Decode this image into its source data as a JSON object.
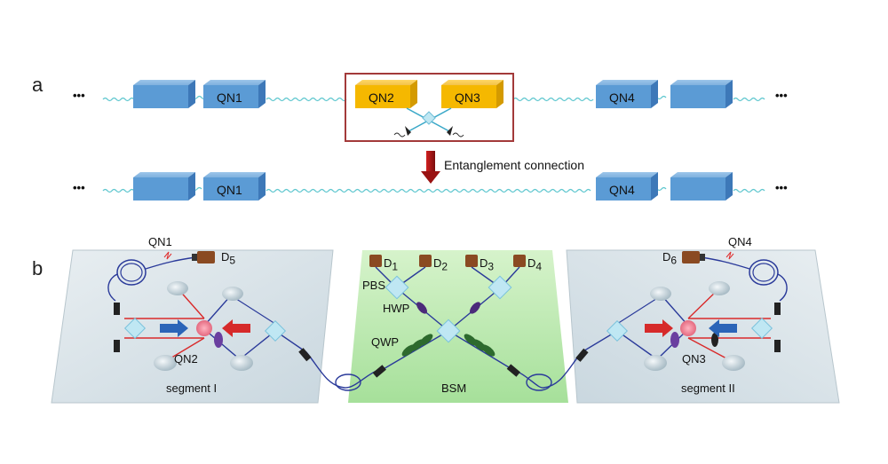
{
  "panel_a": {
    "letter": "a",
    "dots": "•••",
    "row1_nodes": [
      "QN1",
      "QN2",
      "QN3",
      "QN4"
    ],
    "row2_nodes": [
      "QN1",
      "QN4"
    ],
    "connection_label": "Entanglement connection"
  },
  "panel_b": {
    "letter": "b",
    "segment_left": {
      "title": "segment I",
      "node_top": "QN1",
      "node_bottom": "QN2",
      "detector": "D",
      "detector_sub": "5"
    },
    "segment_right": {
      "title": "segment II",
      "node_top": "QN4",
      "node_bottom": "QN3",
      "detector": "D",
      "detector_sub": "6"
    },
    "bsm": {
      "title": "BSM",
      "pbs": "PBS",
      "hwp": "HWP",
      "qwp": "QWP",
      "detectors": [
        {
          "name": "D",
          "sub": "1"
        },
        {
          "name": "D",
          "sub": "2"
        },
        {
          "name": "D",
          "sub": "3"
        },
        {
          "name": "D",
          "sub": "4"
        }
      ]
    }
  },
  "colors": {
    "node_blue": "#5b9bd5",
    "node_yellow": "#f5b800",
    "frame_red": "#a33a3a",
    "arrow_red": "#b01818",
    "wave": "#5fc7cf",
    "bsm_green": "#bfeab0",
    "segment_gray": "#dde7ec"
  }
}
